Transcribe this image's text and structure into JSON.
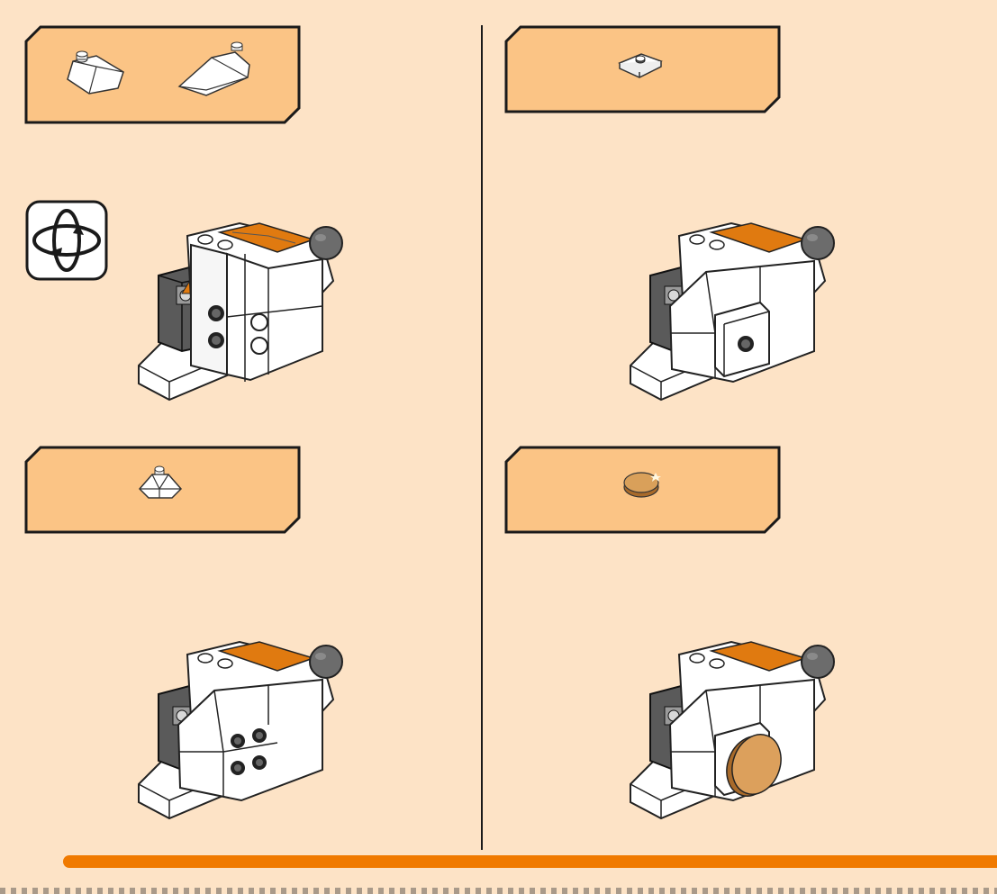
{
  "page": {
    "background_color": "#fde3c6",
    "accent_color": "#f07a00",
    "callout_fill": "#fbc485"
  },
  "callouts": [
    {
      "id": "step-1",
      "parts": [
        "wedge-slope-left-icon",
        "wedge-slope-right-icon"
      ]
    },
    {
      "id": "step-2",
      "parts": [
        "plate-with-stud-icon"
      ]
    },
    {
      "id": "step-3",
      "parts": [
        "wedge-slope-icon"
      ]
    },
    {
      "id": "step-4",
      "parts": [
        "gold-round-tile-icon"
      ]
    }
  ],
  "icons": {
    "rotate": "rotate-model-icon"
  },
  "steps": [
    {
      "id": "step-1",
      "detail": "side-studs-exposed"
    },
    {
      "id": "step-2",
      "detail": "plate-attached"
    },
    {
      "id": "step-3",
      "detail": "four-studs"
    },
    {
      "id": "step-4",
      "detail": "gold-tile-attached"
    }
  ]
}
